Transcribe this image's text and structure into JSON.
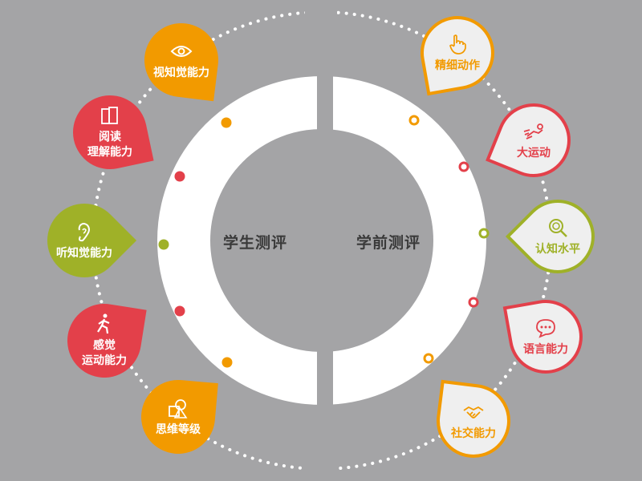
{
  "colors": {
    "orange": "#f29a00",
    "red": "#e3404a",
    "green": "#9fb128",
    "background": "#a4a4a6"
  },
  "left_title": "学生测评",
  "right_title": "学前测评",
  "left_items": [
    {
      "label": "视知觉能力",
      "icon": "eye-icon",
      "color": "#f29a00"
    },
    {
      "label": "阅读理解能力",
      "line1": "阅读",
      "line2": "理解能力",
      "icon": "books-icon",
      "color": "#e3404a"
    },
    {
      "label": "听知觉能力",
      "icon": "ear-icon",
      "color": "#9fb128"
    },
    {
      "label": "感觉运动能力",
      "line1": "感觉",
      "line2": "运动能力",
      "icon": "walking-person-icon",
      "color": "#e3404a"
    },
    {
      "label": "思维等级",
      "icon": "shapes-icon",
      "color": "#f29a00"
    }
  ],
  "right_items": [
    {
      "label": "精细动作",
      "icon": "pointing-hand-icon",
      "color": "#f29a00"
    },
    {
      "label": "大运动",
      "icon": "running-person-icon",
      "color": "#e3404a"
    },
    {
      "label": "认知水平",
      "icon": "magnifier-icon",
      "color": "#9fb128"
    },
    {
      "label": "语言能力",
      "icon": "chat-bubble-icon",
      "color": "#e3404a"
    },
    {
      "label": "社交能力",
      "icon": "handshake-icon",
      "color": "#f29a00"
    }
  ]
}
